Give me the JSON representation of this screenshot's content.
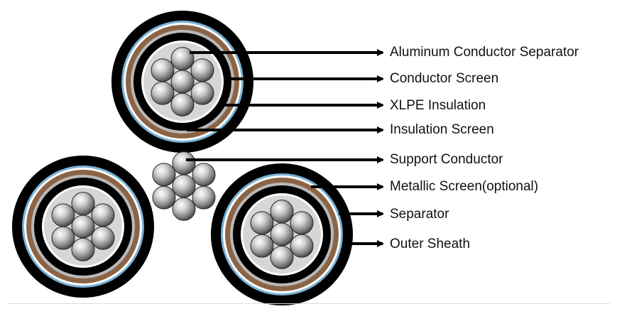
{
  "diagram": {
    "colors": {
      "outer_sheath": "#000000",
      "separator": "#7ab3d6",
      "metallic_screen": "#8b6446",
      "insulation_screen": "#b9b9b9",
      "xlpe_insulation": "#000000",
      "conductor_screen": "#ffffff",
      "strand_highlight": "#ffffff",
      "strand_shadow": "#2a2a2a",
      "arrow": "#000000"
    },
    "labels": [
      {
        "text": "Aluminum Conductor Separator"
      },
      {
        "text": "Conductor Screen"
      },
      {
        "text": "XLPE Insulation"
      },
      {
        "text": "Insulation Screen"
      },
      {
        "text": "Support Conductor"
      },
      {
        "text": "Metallic Screen(optional)"
      },
      {
        "text": "Separator"
      },
      {
        "text": "Outer Sheath"
      }
    ]
  }
}
